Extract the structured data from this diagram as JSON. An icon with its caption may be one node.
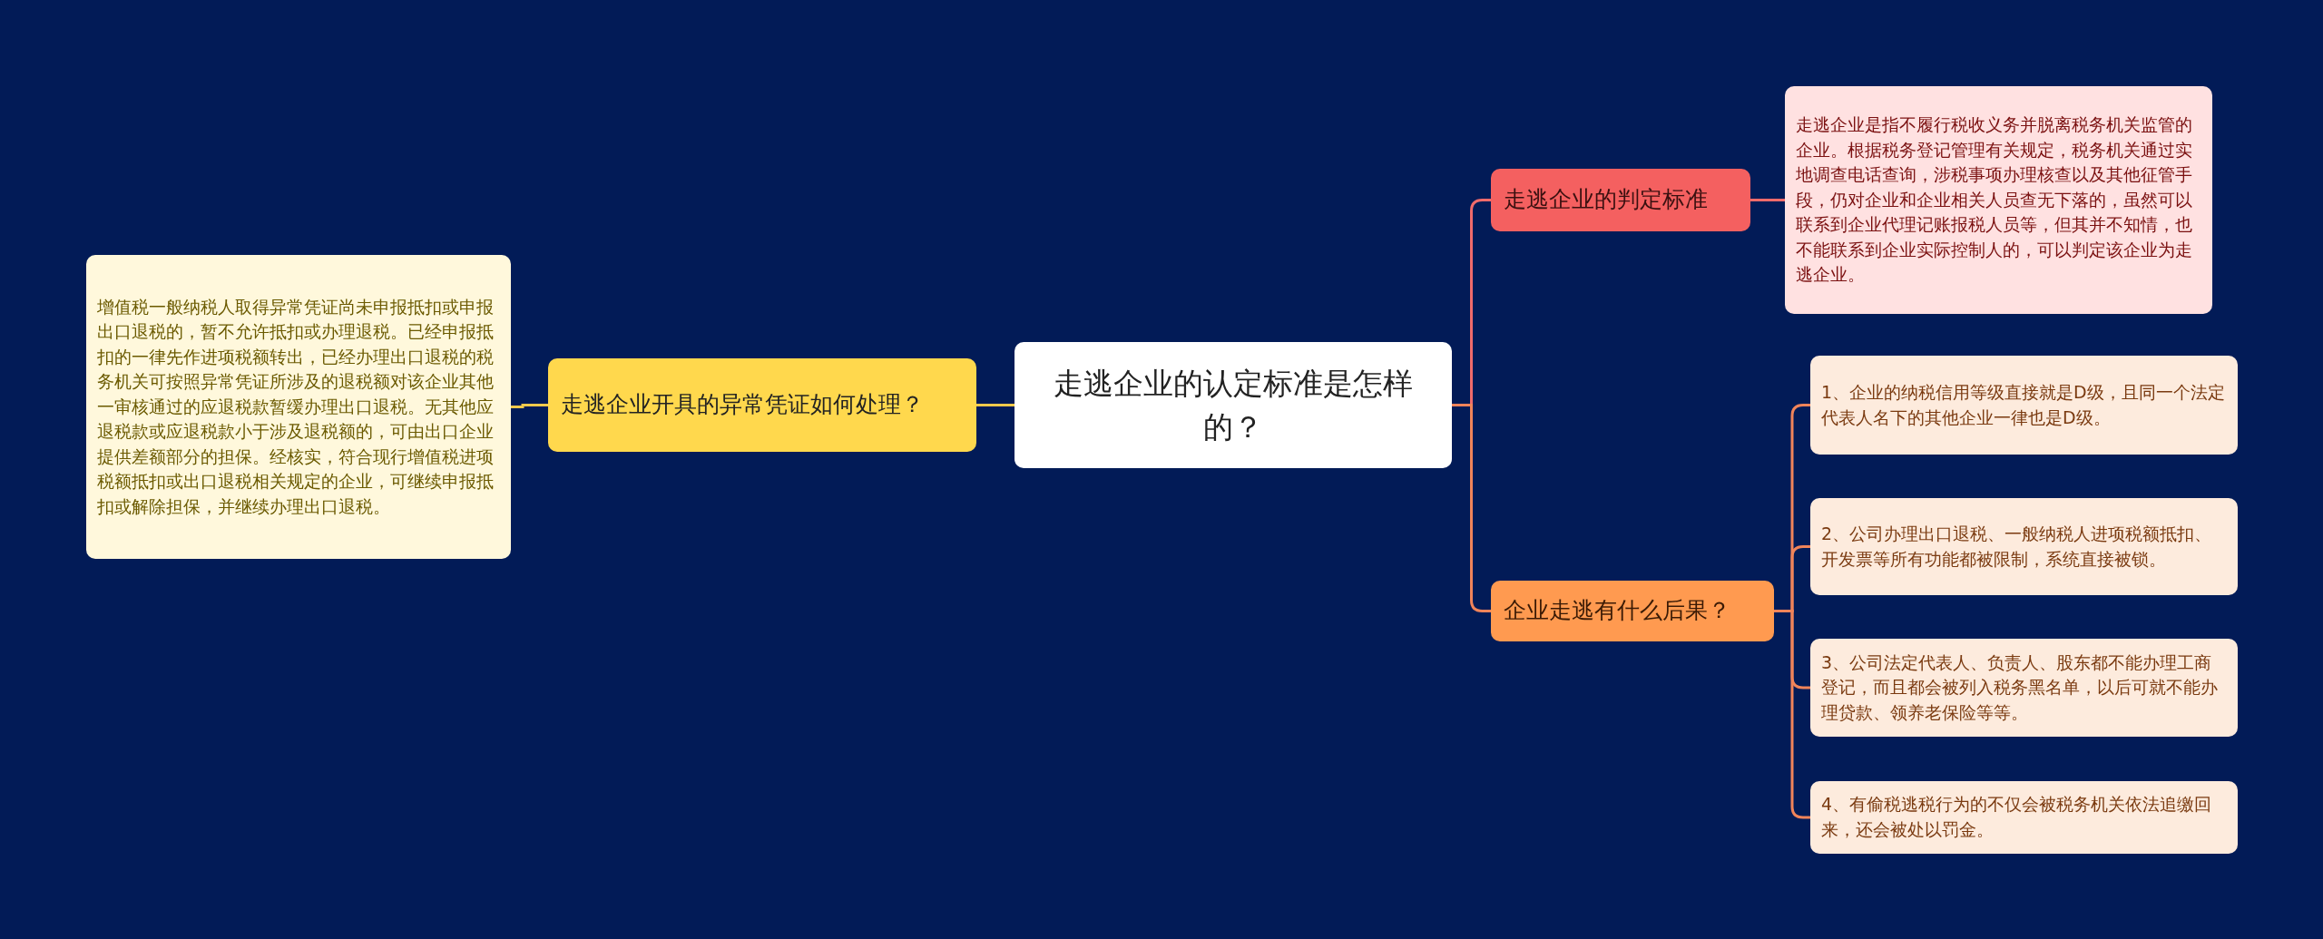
{
  "diagram": {
    "nodes": [
      {
        "text": [
          "走逃企业的认定标准是怎样的？"
        ]
      },
      {
        "text": [
          "走逃企业开具的异常凭证如何处理？"
        ]
      },
      {
        "text": [
          "增值税一般纳税人取得异常凭证尚未申报抵扣或申报出口退税的，暂不允许抵扣或办理退税。已经申报抵扣的一律先作进项税额转出，已经办理出口退税的税务机关可按照异常凭证所涉及的退税额对该企业其他一审核通过的应退税款暂缓办理出口退税。无其他应退税款或应退税款小于涉及退税额的，可由出口企业提供差额部分的担保。经核实，符合现行增值税进项税额抵扣或出口退税相关规定的企业，可继续申报抵扣或解除担保，并继续办理出口退税。"
        ]
      },
      {
        "text": [
          "走逃企业的判定标准"
        ]
      },
      {
        "text": [
          "走逃企业是指不履行税收义务并脱离税务机关监管的企业。根据税务登记管理有关规定，税务机关通过实地调查电话查询，涉税事项办理核查以及其他征管手段，仍对企业和企业相关人员查无下落的，虽然可以联系到企业代理记账报税人员等，但其并不知情，也不能联系到企业实际控制人的，可以判定该企业为走逃企业。"
        ]
      },
      {
        "text": [
          "企业走逃有什么后果？"
        ]
      },
      {
        "text": [
          "1、企业的纳税信用等级直接就是D级，且同一个法定代表人名下的其他企业一律也是D级。"
        ]
      },
      {
        "text": [
          "2、公司办理出口退税、一般纳税人进项税额抵扣、开发票等所有功能都被限制，系统直接被锁。"
        ]
      },
      {
        "text": [
          "3、公司法定代表人、负责人、股东都不能办理工商登记，而且都会被列入税务黑名单，以后可就不能办理贷款、领养老保险等等。"
        ]
      },
      {
        "text": [
          "4、有偷税逃税行为的不仅会被税务机关依法追缴回来，还会被处以罚金。"
        ]
      }
    ],
    "edges": [
      {
        "from": 0,
        "to": 1,
        "arrow": "none",
        "color": "#f2c94c"
      },
      {
        "from": 1,
        "to": 2,
        "arrow": "none",
        "color": "#f2c94c"
      },
      {
        "from": 0,
        "to": 3,
        "arrow": "none",
        "color": "#f06b6b"
      },
      {
        "from": 3,
        "to": 4,
        "arrow": "none",
        "color": "#f06b6b"
      },
      {
        "from": 0,
        "to": 5,
        "arrow": "none"
      },
      {
        "from": 5,
        "to": 6,
        "arrow": "none"
      },
      {
        "from": 5,
        "to": 7,
        "arrow": "none"
      },
      {
        "from": 5,
        "to": 8,
        "arrow": "none"
      },
      {
        "from": 5,
        "to": 9,
        "arrow": "none"
      }
    ]
  }
}
